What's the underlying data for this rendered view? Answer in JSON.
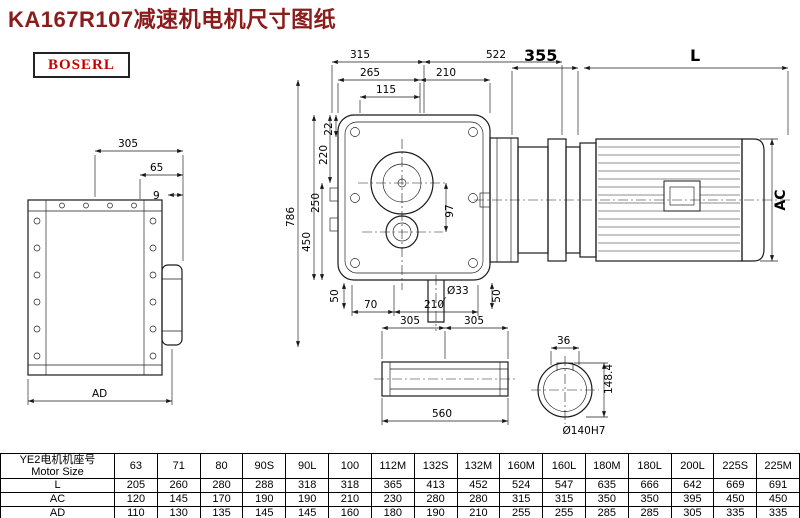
{
  "header": {
    "title": "KA167R107减速机电机尺寸图纸",
    "brand": "BOSERL"
  },
  "colors": {
    "title_text": "#8b1c1c",
    "brand_text": "#c40000",
    "line": "#1a1a1a",
    "background": "#ffffff"
  },
  "drawing": {
    "left_view": {
      "w305": "305",
      "w65": "65",
      "w9": "9",
      "ad": "AD"
    },
    "front_view": {
      "w315": "315",
      "w522": "522",
      "w265": "265",
      "w210_top": "210",
      "w115": "115",
      "h22": "22",
      "h220": "220",
      "h250": "250",
      "h450": "450",
      "h786": "786",
      "h97": "97",
      "h50_left": "50",
      "w70": "70",
      "w210_bottom": "210",
      "shaft_dia": "Ø33",
      "h50_right": "50"
    },
    "motor_view": {
      "w355": "355",
      "len": "L",
      "ac": "AC"
    },
    "shaft_view": {
      "w305_left": "305",
      "w305_right": "305",
      "w560": "560"
    },
    "bore_view": {
      "w36": "36",
      "h148": "148.4",
      "bore_dia": "Ø140H7"
    }
  },
  "table": {
    "header_line1": "YE2电机机座号",
    "header_line2": "Motor Size",
    "columns": [
      "63",
      "71",
      "80",
      "90S",
      "90L",
      "100",
      "112M",
      "132S",
      "132M",
      "160M",
      "160L",
      "180M",
      "180L",
      "200L",
      "225S",
      "225M"
    ],
    "rows": [
      {
        "label": "L",
        "values": [
          "205",
          "260",
          "280",
          "288",
          "318",
          "318",
          "365",
          "413",
          "452",
          "524",
          "547",
          "635",
          "666",
          "642",
          "669",
          "691"
        ]
      },
      {
        "label": "AC",
        "values": [
          "120",
          "145",
          "170",
          "190",
          "190",
          "210",
          "230",
          "280",
          "280",
          "315",
          "315",
          "350",
          "350",
          "395",
          "450",
          "450"
        ]
      },
      {
        "label": "AD",
        "values": [
          "110",
          "130",
          "135",
          "145",
          "145",
          "160",
          "180",
          "190",
          "210",
          "255",
          "255",
          "285",
          "285",
          "305",
          "335",
          "335"
        ]
      }
    ]
  }
}
